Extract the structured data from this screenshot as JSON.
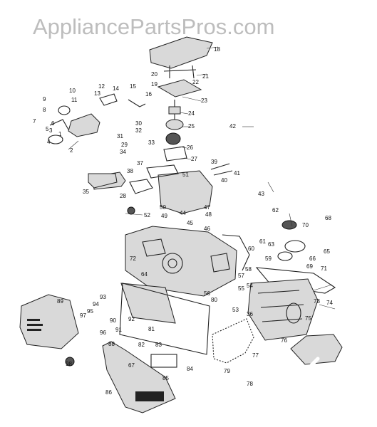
{
  "watermark": "AppliancePartsPros.com",
  "callouts": [
    "1",
    "2",
    "3",
    "4",
    "5",
    "6",
    "7",
    "8",
    "9",
    "10",
    "11",
    "12",
    "13",
    "14",
    "15",
    "16",
    "18",
    "19",
    "20",
    "21",
    "22",
    "23",
    "24",
    "25",
    "26",
    "27",
    "28",
    "29",
    "30",
    "31",
    "32",
    "33",
    "34",
    "35",
    "36",
    "37",
    "38",
    "39",
    "40",
    "41",
    "42",
    "43",
    "44",
    "45",
    "46",
    "47",
    "48",
    "49",
    "50",
    "51",
    "52",
    "53",
    "54",
    "55",
    "56",
    "57",
    "58",
    "59",
    "60",
    "61",
    "62",
    "63",
    "64",
    "65",
    "66",
    "67",
    "68",
    "69",
    "70",
    "71",
    "72",
    "73",
    "74",
    "75",
    "76",
    "77",
    "78",
    "79",
    "80",
    "81",
    "82",
    "83",
    "84",
    "85",
    "86",
    "88",
    "89",
    "90",
    "91",
    "92",
    "93",
    "94",
    "95",
    "96",
    "97",
    "98"
  ]
}
